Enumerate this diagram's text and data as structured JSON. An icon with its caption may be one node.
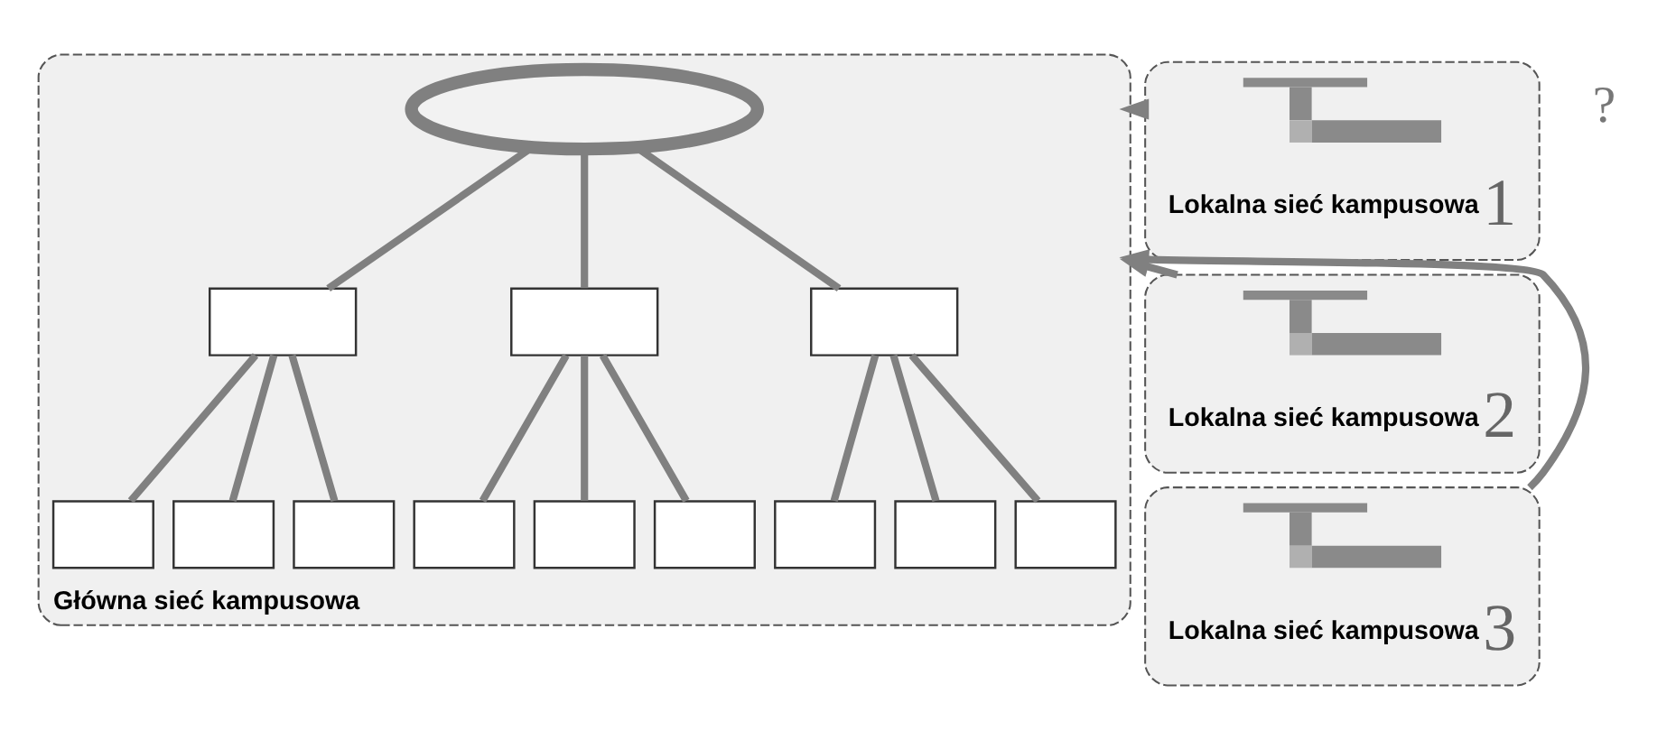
{
  "diagram": {
    "nodes": [
      {
        "text": [
          "Główna sieć kampusowa"
        ]
      },
      {
        "text": [],
        "shape": "ellipse",
        "in": 0
      },
      {
        "text": [],
        "shape": "box",
        "in": 0
      },
      {
        "text": [],
        "shape": "box",
        "in": 0
      },
      {
        "text": [],
        "shape": "box",
        "in": 0
      },
      {
        "text": [],
        "shape": "box",
        "in": 0
      },
      {
        "text": [],
        "shape": "box",
        "in": 0
      },
      {
        "text": [],
        "shape": "box",
        "in": 0
      },
      {
        "text": [],
        "shape": "box",
        "in": 0
      },
      {
        "text": [],
        "shape": "box",
        "in": 0
      },
      {
        "text": [],
        "shape": "box",
        "in": 0
      },
      {
        "text": [],
        "shape": "box",
        "in": 0
      },
      {
        "text": [],
        "shape": "box",
        "in": 0
      },
      {
        "text": [],
        "shape": "box",
        "in": 0
      },
      {
        "text": [
          "Lokalna sieć kampusowa",
          "1"
        ]
      },
      {
        "text": [],
        "shape": "picture",
        "in": 14
      },
      {
        "text": [
          "Lokalna sieć kampusowa",
          "2"
        ]
      },
      {
        "text": [],
        "shape": "picture",
        "in": 16
      },
      {
        "text": [
          "Lokalna sieć kampusowa",
          "3"
        ]
      },
      {
        "text": [],
        "shape": "picture",
        "in": 18
      }
    ],
    "edges": [
      {
        "from": 1,
        "to": 2,
        "arrow": "none"
      },
      {
        "from": 1,
        "to": 3,
        "arrow": "none"
      },
      {
        "from": 1,
        "to": 4,
        "arrow": "none"
      },
      {
        "from": 2,
        "to": 5,
        "arrow": "none"
      },
      {
        "from": 2,
        "to": 6,
        "arrow": "none"
      },
      {
        "from": 2,
        "to": 7,
        "arrow": "none"
      },
      {
        "from": 3,
        "to": 8,
        "arrow": "none"
      },
      {
        "from": 3,
        "to": 9,
        "arrow": "none"
      },
      {
        "from": 3,
        "to": 10,
        "arrow": "none"
      },
      {
        "from": 4,
        "to": 11,
        "arrow": "none"
      },
      {
        "from": 4,
        "to": 12,
        "arrow": "none"
      },
      {
        "from": 4,
        "to": 13,
        "arrow": "none"
      },
      {
        "from": 14,
        "to": 0,
        "arrow": "to"
      },
      {
        "from": 16,
        "to": 0,
        "arrow": "to"
      },
      {
        "from": 18,
        "to": 0,
        "arrow": "to"
      }
    ],
    "labels": [
      "?"
    ]
  }
}
